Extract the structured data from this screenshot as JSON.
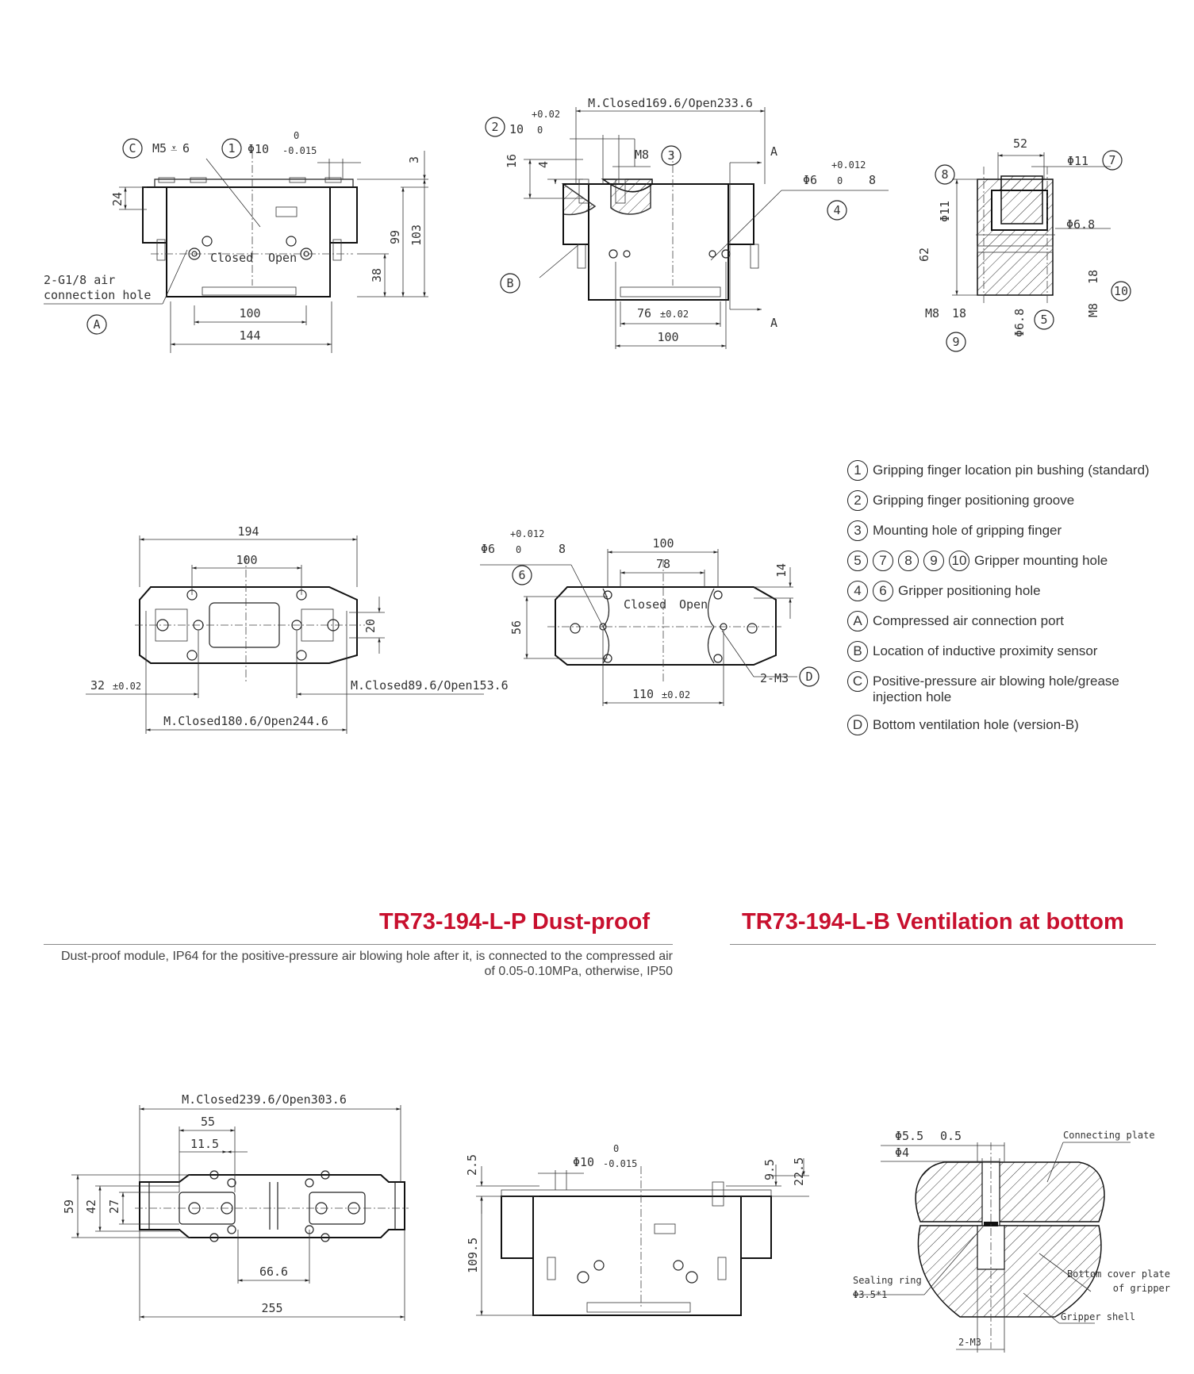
{
  "legend": [
    {
      "markers": [
        "1"
      ],
      "text": "Gripping finger location pin bushing (standard)"
    },
    {
      "markers": [
        "2"
      ],
      "text": "Gripping finger positioning groove"
    },
    {
      "markers": [
        "3"
      ],
      "text": "Mounting hole of gripping finger"
    },
    {
      "markers": [
        "5",
        "7",
        "8",
        "9",
        "10"
      ],
      "text": "Gripper mounting hole"
    },
    {
      "markers": [
        "4",
        "6"
      ],
      "text": "Gripper positioning hole"
    },
    {
      "markers": [
        "A"
      ],
      "text": "Compressed air connection port"
    },
    {
      "markers": [
        "B"
      ],
      "text": "Location of inductive proximity sensor"
    },
    {
      "markers": [
        "C"
      ],
      "text": "Positive-pressure air blowing hole/grease injection hole"
    },
    {
      "markers": [
        "D"
      ],
      "text": "Bottom ventilation hole (version-B)"
    }
  ],
  "sections": {
    "dustproof_title": "TR73-194-L-P Dust-proof",
    "dustproof_note": "Dust-proof module, IP64 for the positive-pressure air blowing hole after it, is connected to the compressed air of 0.05-0.10MPa, otherwise, IP50",
    "ventilation_title": "TR73-194-L-B Ventilation at bottom"
  },
  "front_view": {
    "c_label": "C",
    "c_spec": "M5",
    "c_depth": "6",
    "pin_marker": "1",
    "pin_spec": "Φ10",
    "pin_tol_up": "0",
    "pin_tol_low": "-0.015",
    "d3": "3",
    "d24": "24",
    "d99": "99",
    "d103": "103",
    "d38": "38",
    "d100": "100",
    "d144": "144",
    "closed": "Closed",
    "open": "Open",
    "air_note_1": "2-G1/8 air",
    "air_note_2": "connection hole",
    "air_marker": "A"
  },
  "side_view": {
    "stroke": "M.Closed169.6/Open233.6",
    "groove_marker": "2",
    "groove_w": "10",
    "groove_tol_up": "+0.02",
    "groove_tol_low": "0",
    "d16": "16",
    "d4": "4",
    "m8": "M8",
    "m8_marker": "3",
    "section_a": "A",
    "pos_spec": "Φ6",
    "pos_tol_up": "+0.012",
    "pos_tol_low": "0",
    "pos_depth": "8",
    "pos_marker": "4",
    "sensor_marker": "B",
    "d76": "76",
    "d76_tol": "±0.02",
    "d100": "100"
  },
  "section_view": {
    "d52": "52",
    "d11a": "Φ11",
    "marker7": "7",
    "marker8": "8",
    "d11b": "Φ11",
    "d68a": "Φ6.8",
    "d62": "62",
    "m8_18a": "M8",
    "m8_18a_d": "18",
    "marker9": "9",
    "d68b": "Φ6.8",
    "marker5": "5",
    "m8_18b": "M8",
    "m8_18b_d": "18",
    "marker10": "10"
  },
  "top_view": {
    "d194": "194",
    "d100": "100",
    "d20": "20",
    "d32": "32",
    "d32_tol": "±0.02",
    "stroke_a": "M.Closed89.6/Open153.6",
    "stroke_b": "M.Closed180.6/Open244.6"
  },
  "bottom_view": {
    "pos_spec": "Φ6",
    "pos_tol_up": "+0.012",
    "pos_tol_low": "0",
    "pos_depth": "8",
    "pos_marker": "6",
    "d100": "100",
    "d78": "78",
    "d14": "14",
    "d56": "56",
    "closed": "Closed",
    "open": "Open",
    "d110": "110",
    "d110_tol": "±0.02",
    "m3": "2-M3",
    "m3_marker": "D"
  },
  "dust_top": {
    "stroke": "M.Closed239.6/Open303.6",
    "d55": "55",
    "d11_5": "11.5",
    "d59": "59",
    "d42": "42",
    "d27": "27",
    "d66_6": "66.6",
    "d255": "255"
  },
  "dust_front": {
    "d2_5": "2.5",
    "pin_spec": "Φ10",
    "pin_tol_up": "0",
    "pin_tol_low": "-0.015",
    "d9_5": "9.5",
    "d22_5": "22.5",
    "d109_5": "109.5"
  },
  "vent_detail": {
    "hole": "Φ5.5",
    "hole_depth": "0.5",
    "d4": "Φ4",
    "connecting_plate": "Connecting plate",
    "bottom_cover_1": "Bottom cover plate",
    "bottom_cover_2": "of gripper",
    "sealing_1": "Sealing ring",
    "sealing_2": "Φ3.5*1",
    "gripper_shell": "Gripper shell",
    "m3": "2-M3"
  }
}
